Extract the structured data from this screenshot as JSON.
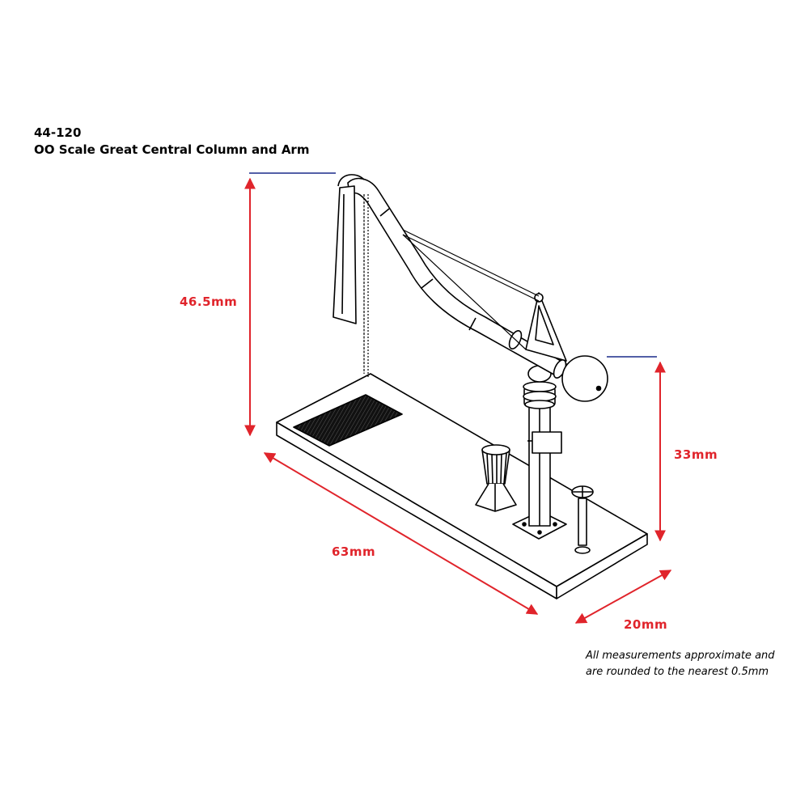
{
  "header": {
    "product_code": "44-120",
    "product_name": "OO Scale Great Central Column and Arm"
  },
  "dimensions": {
    "height_total": "46.5mm",
    "height_arm": "33mm",
    "length": "63mm",
    "width": "20mm"
  },
  "note": {
    "line1": "All measurements approximate and",
    "line2": "are rounded to the nearest 0.5mm"
  },
  "colors": {
    "dimension_arrow": "#e0242b",
    "reference_line": "#1a2a8a",
    "outline": "#000000"
  }
}
